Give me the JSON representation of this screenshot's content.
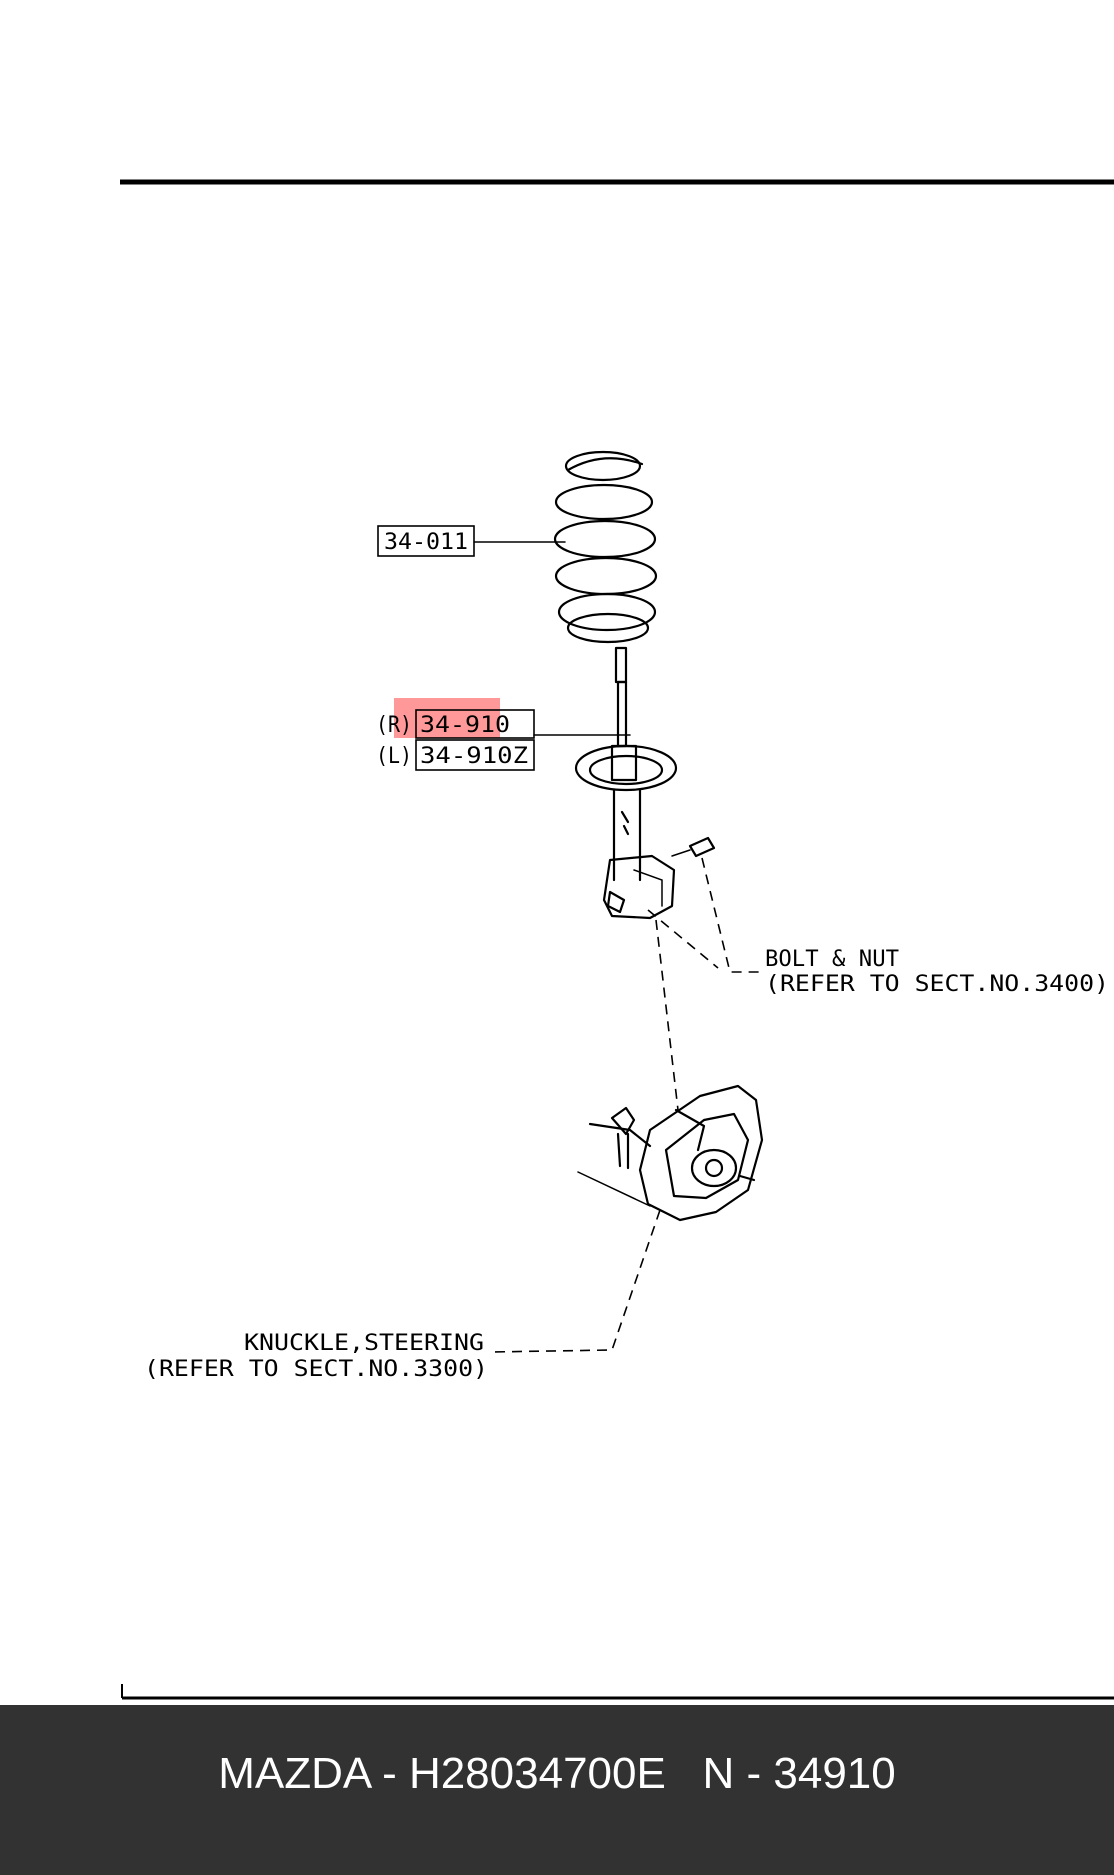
{
  "diagram": {
    "callouts": {
      "spring": "34-011",
      "strut_right_side": "(R)",
      "strut_right_part": "34-910",
      "strut_left_side": "(L)",
      "strut_left_part": "34-910Z"
    },
    "notes": {
      "bolt_nut_line1": "BOLT & NUT",
      "bolt_nut_line2": "(REFER TO SECT.NO.3400)",
      "knuckle_line1": "KNUCKLE,STEERING",
      "knuckle_line2": "(REFER TO SECT.NO.3300)"
    },
    "highlight": {
      "target": "34-910",
      "color": "#ff0000"
    }
  },
  "footer": {
    "caption": "MAZDA - H28034700E   N - 34910",
    "background": "#323232",
    "text_color": "#ffffff"
  }
}
